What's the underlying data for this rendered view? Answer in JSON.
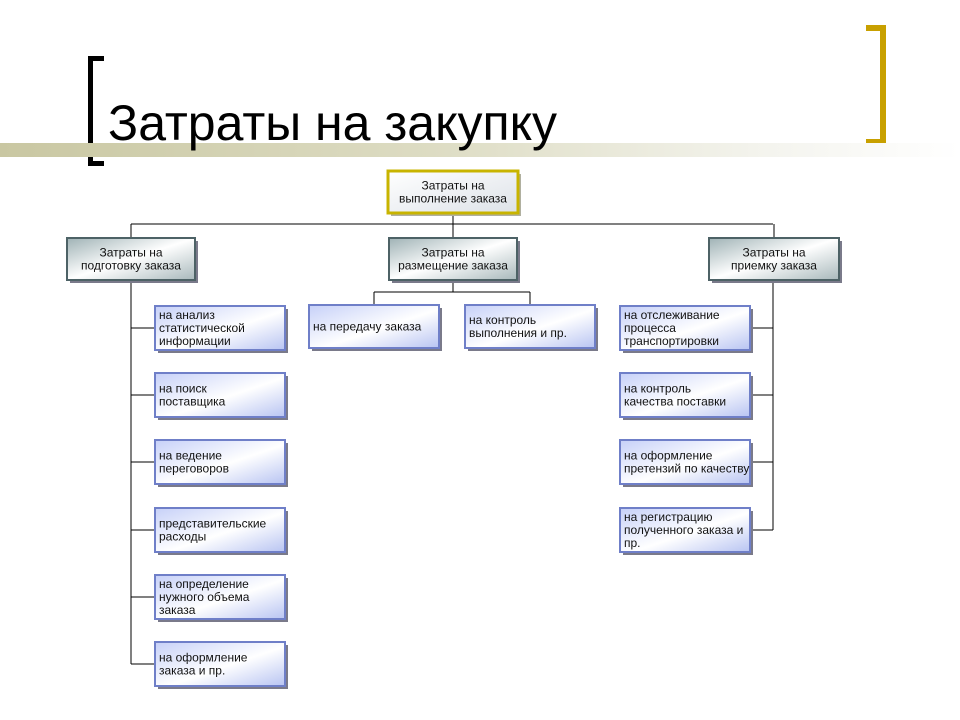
{
  "slide": {
    "title": "Затраты на закупку"
  },
  "colors": {
    "bracket_left": "#000000",
    "bracket_right": "#c8a000",
    "top_box_fill": "#eef0f3",
    "top_box_border": "#c8b400",
    "gray_box_fill": "#7e9498",
    "blue_box_fill": "#aab8ee"
  },
  "org": {
    "root": {
      "lines": [
        "Затраты на",
        "выполнение заказа"
      ]
    },
    "branches": [
      {
        "lines": [
          "Затраты на",
          "подготовку заказа"
        ],
        "children": [
          {
            "lines": [
              "на анализ",
              "статистической",
              "информации"
            ]
          },
          {
            "lines": [
              "на поиск",
              "поставщика"
            ]
          },
          {
            "lines": [
              "на ведение",
              "переговоров"
            ]
          },
          {
            "lines": [
              "представительские",
              "расходы"
            ]
          },
          {
            "lines": [
              "на определение",
              "нужного объема",
              "заказа"
            ]
          },
          {
            "lines": [
              "на оформление",
              "заказа и пр."
            ]
          }
        ]
      },
      {
        "lines": [
          "Затраты на",
          "размещение заказа"
        ],
        "children": [
          {
            "lines": [
              "на передачу заказа"
            ]
          },
          {
            "lines": [
              "на контроль",
              "выполнения и пр."
            ]
          }
        ]
      },
      {
        "lines": [
          "Затраты на",
          "приемку заказа"
        ],
        "children": [
          {
            "lines": [
              "на отслеживание",
              "процесса",
              "транспортировки"
            ]
          },
          {
            "lines": [
              "на контроль",
              "качества поставки"
            ]
          },
          {
            "lines": [
              "на оформление",
              "претензий по качеству"
            ]
          },
          {
            "lines": [
              "на регистрацию",
              "полученного заказа и",
              "пр."
            ]
          }
        ]
      }
    ]
  }
}
